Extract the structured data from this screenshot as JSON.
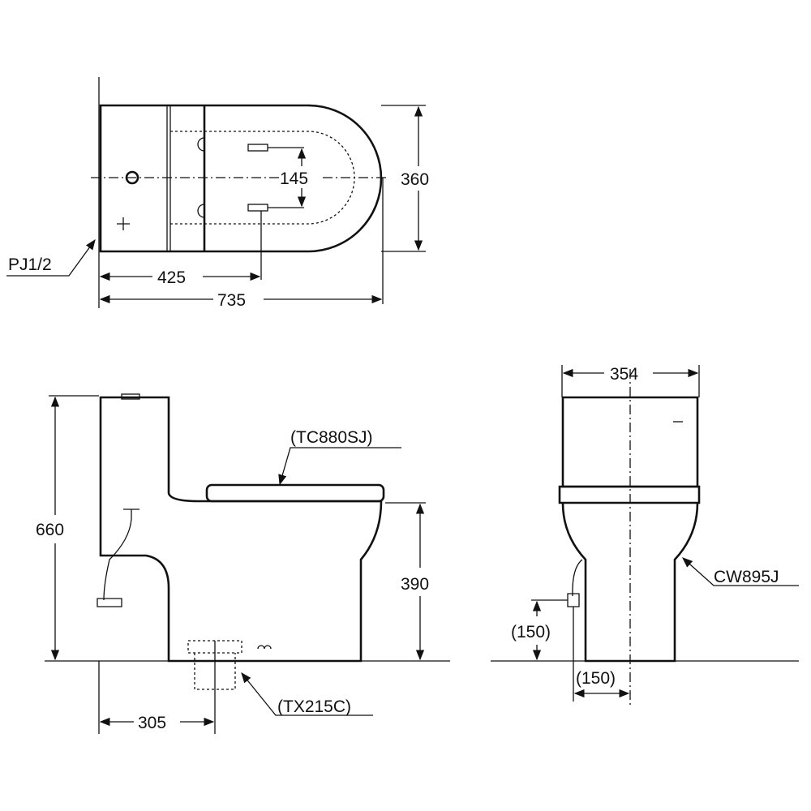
{
  "top_view": {
    "width_dim": "360",
    "bolt_spacing_dim": "145",
    "outlet_dim": "425",
    "length_dim": "735",
    "supply_label": "PJ1/2"
  },
  "side_view": {
    "height_dim": "660",
    "seat_height_dim": "390",
    "rough_in_dim": "305",
    "seat_label": "(TC880SJ)",
    "flange_label": "(TX215C)"
  },
  "front_view": {
    "width_dim": "354",
    "model_label": "CW895J",
    "supply_height_dim": "(150)",
    "supply_offset_dim": "(150)"
  }
}
